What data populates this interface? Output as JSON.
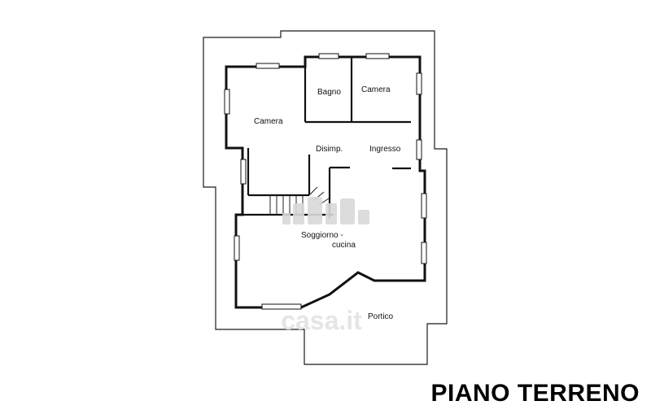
{
  "floor_title": "PIANO TERRENO",
  "rooms": {
    "camera_left": "Camera",
    "bagno": "Bagno",
    "camera_right": "Camera",
    "disimpegno": "Disimp.",
    "ingresso": "Ingresso",
    "soggiorno_line1": "Soggiorno -",
    "soggiorno_line2": "cucina",
    "portico": "Portico"
  },
  "watermark": "casa.it",
  "colors": {
    "line": "#1a1a1a",
    "wall": "#111111",
    "watermark": "#d9d9d9"
  }
}
